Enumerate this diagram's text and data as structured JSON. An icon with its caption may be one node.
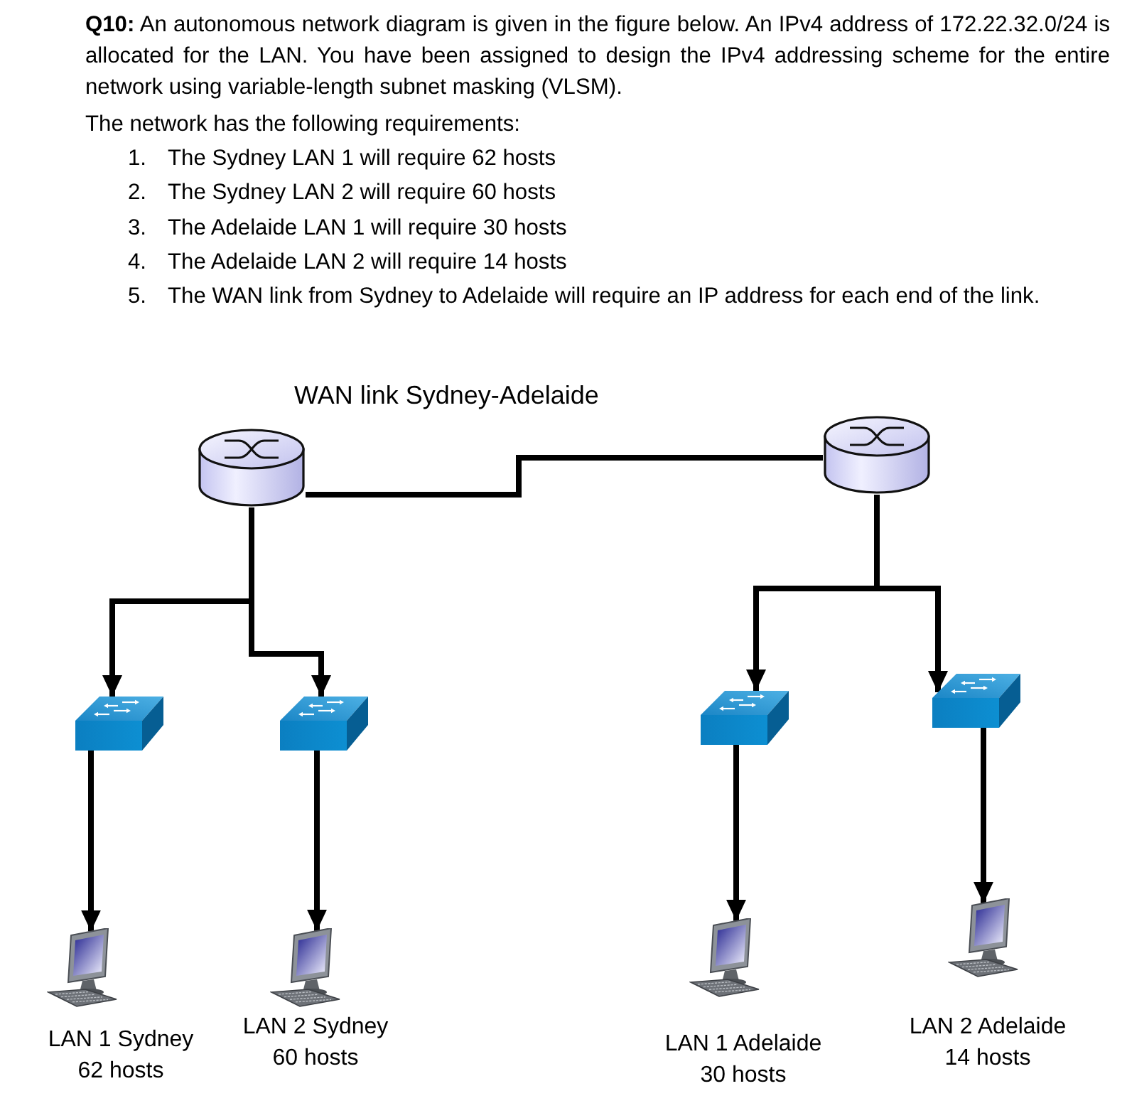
{
  "diagram": {
    "nodes": [
      {
        "text": [],
        "shape": "picture"
      },
      {
        "text": [],
        "shape": "picture"
      },
      {
        "text": [],
        "shape": "picture"
      },
      {
        "text": [],
        "shape": "picture"
      },
      {
        "text": [],
        "shape": "picture"
      },
      {
        "text": [],
        "shape": "picture"
      },
      {
        "text": [],
        "shape": "picture",
        "beside": [
          "LAN 1 Sydney 62 hosts"
        ]
      },
      {
        "text": [],
        "shape": "picture",
        "beside": [
          "LAN 2 Sydney 60 hosts"
        ]
      },
      {
        "text": [],
        "shape": "picture",
        "beside": [
          "LAN 1 Adelaide 30 hosts"
        ]
      },
      {
        "text": [],
        "shape": "picture",
        "beside": [
          "LAN 2 Adelaide 14 hosts"
        ]
      }
    ],
    "edges": [
      {
        "from": 0,
        "to": 1,
        "arrow": "none",
        "label": "WAN link Sydney-Adelaide"
      },
      {
        "from": 0,
        "to": 2,
        "arrow": "to"
      },
      {
        "from": 0,
        "to": 3,
        "arrow": "to"
      },
      {
        "from": 1,
        "to": 4,
        "arrow": "to"
      },
      {
        "from": 1,
        "to": 5,
        "arrow": "to"
      },
      {
        "from": 2,
        "to": 6,
        "arrow": "to"
      },
      {
        "from": 3,
        "to": 7,
        "arrow": "to"
      },
      {
        "from": 4,
        "to": 8,
        "arrow": "to"
      },
      {
        "from": 5,
        "to": 9,
        "arrow": "to"
      }
    ],
    "labels": [
      "**Q10:** An autonomous network diagram is given in the figure below. An IPv4 address of 172.22.32.0/24 is allocated for the LAN. You have been assigned to design the IPv4 addressing scheme for the entire network using variable-length subnet masking (VLSM).",
      "The network has the following requirements:",
      "1.",
      "The Sydney LAN 1 will require 62 hosts",
      "2.",
      "The Sydney LAN 2 will require 60 hosts",
      "3.",
      "The Adelaide LAN 1 will require 30 hosts",
      "4.",
      "The Adelaide LAN 2 will require 14 hosts",
      "5.",
      "The WAN link from Sydney to Adelaide will require an IP address for each end of the link."
    ]
  }
}
